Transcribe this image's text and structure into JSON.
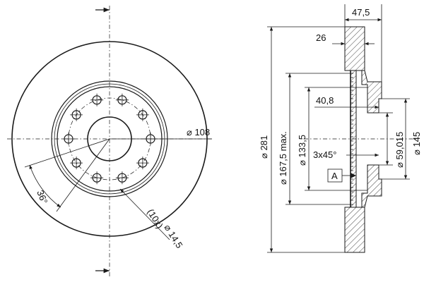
{
  "dimensions": {
    "bolt_circle": "⌀ 108",
    "angle": "36°",
    "holes": "(10x)",
    "hole_diameter": "⌀ 14,5",
    "overall_width": "47,5",
    "disc_thickness": "26",
    "outer_diameter": "⌀ 281",
    "braking_diameter": "⌀ 167,5 max.",
    "hat_diameter": "⌀ 133,5",
    "hat_height": "40,8",
    "chamfer": "3x45°",
    "center_bore": "⌀ 59,015",
    "hub_diameter": "⌀ 145",
    "datum": "A"
  },
  "colors": {
    "line": "#1a1a1a",
    "background": "#ffffff"
  }
}
